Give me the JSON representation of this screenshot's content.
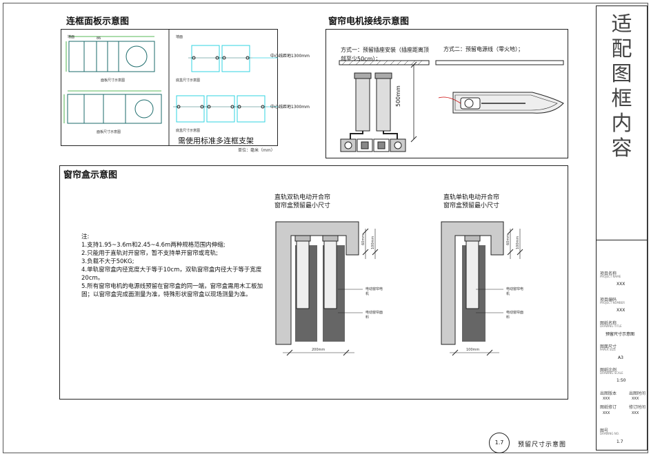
{
  "panels": {
    "panel_board": {
      "title": "连框面板示意图",
      "wall_label_1": "墙面",
      "wall_label_2": "墙面",
      "panel_size_label_1": "面板尺寸示意图",
      "panel_size_label_2": "面板尺寸示意图",
      "base_box_label_1": "底盒尺寸示意图",
      "base_box_label_2": "底盒尺寸示意图",
      "center_line_1": "中心线距地1300mm",
      "center_line_2": "中心线距地1300mm",
      "support_note": "需使用标准多连框支架",
      "unit_note": "单位：毫米（mm）",
      "dim_86": "86"
    },
    "panel_motor": {
      "title": "窗帘电机接线示意图",
      "option1": "方式一：预留插座安装（插座距离顶部至少50cm）；",
      "option2": "方式二：预留电源线（零火地）；",
      "dim_500": "500mm"
    },
    "panel_box": {
      "title": "窗帘盒示意图",
      "notes": [
        "注:",
        "1.支持1.95~3.6m和2.45~4.6m两种规格范围内伸缩;",
        "2.只能用于直轨对开窗帘，暂不支持单开窗帘或弯轨;",
        "3.负载不大于50KG;",
        "4.单轨窗帘盒内径宽度大于等于10cm，双轨窗帘盒内径大于等于宽度20cm。",
        "5.所有窗帘电机的电源线预留在窗帘盒的同一端，窗帘盒需用木工板加固；以窗帘盒完成面测量为准，特殊形状窗帘盒以现场测量为准。"
      ],
      "double_title": "直轨双轨电动开合帘",
      "double_subtitle": "窗帘盒预留最小尺寸",
      "single_title": "直轨单轨电动开合帘",
      "single_subtitle": "窗帘盒预留最小尺寸",
      "motor_label": "电动窗帘电机",
      "fabric_label": "电动窗帘面料",
      "width_double": "200mm",
      "width_single": "100mm",
      "height_60": "60mm",
      "height_100": "100mm"
    }
  },
  "title_block": {
    "vertical_title": [
      "适",
      "配",
      "图",
      "框",
      "内",
      "容"
    ],
    "project_name_label": "项目名称",
    "project_name_sub": "PROJECT NAME",
    "project_name_value": "XXX",
    "project_number_label": "项目编码",
    "project_number_sub": "PROJECT NUMBER",
    "project_number_value": "XXX",
    "drawing_title_label": "图纸名称",
    "drawing_title_sub": "DRAWING TITLE",
    "drawing_title_value": "预留尺寸示意图",
    "paper_size_label": "图面尺寸",
    "paper_size_sub": "PAPER SIZE",
    "paper_size_value": "A3",
    "scale_label": "图纸比例",
    "scale_sub": "DRAWING SCALE",
    "scale_value": "1:50",
    "version_label": "出图版本",
    "version_value": "XXX",
    "date_label": "出图时间",
    "date_value": "XXX",
    "revision_label": "图纸修订",
    "revision_value": "XXX",
    "revision_date_label": "修订时间",
    "revision_date_value": "XXX",
    "drawing_no_label": "图号",
    "drawing_no_sub": "DRAWING NO.",
    "drawing_no_value": "1.7"
  },
  "footer": {
    "sheet_number": "1.7",
    "sheet_title": "预留尺寸示意图"
  },
  "colors": {
    "line": "#222222",
    "panel_teal": "#1a6a6a",
    "cyan": "#2fd3e0",
    "green": "#1fa01f",
    "gray_box": "#bbbbbb",
    "dark_gray": "#555555"
  }
}
